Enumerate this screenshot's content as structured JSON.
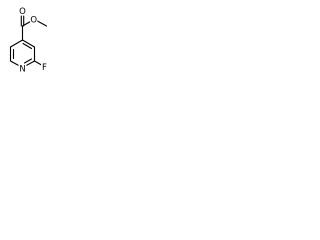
{
  "molecule": {
    "atoms": {
      "carbonyl_oxygen": "O",
      "ester_oxygen": "O",
      "ring_nitrogen": "N",
      "fluorine": "F"
    }
  }
}
